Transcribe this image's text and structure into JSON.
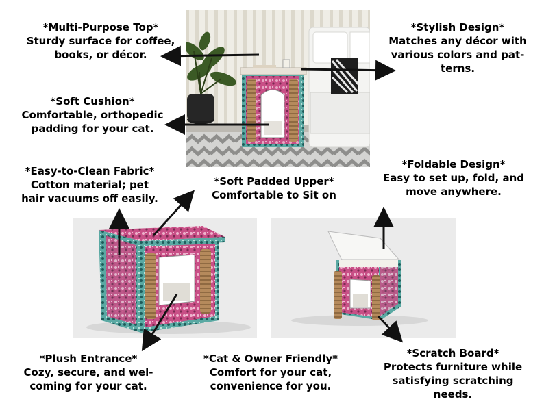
{
  "labels": {
    "multi_purpose": {
      "title": "*Multi-Purpose Top*",
      "lines": [
        "Sturdy surface for coffee,",
        "books, or décor."
      ]
    },
    "stylish": {
      "title": "*Stylish Design*",
      "lines": [
        "Matches any décor with",
        "various colors and pat-",
        "terns."
      ]
    },
    "soft_cushion": {
      "title": "*Soft Cushion*",
      "lines": [
        "Comfortable, orthopedic",
        "padding for your cat."
      ]
    },
    "easy_clean": {
      "title": "*Easy-to-Clean Fabric*",
      "lines": [
        "Cotton material; pet",
        "hair vacuums off easily."
      ]
    },
    "soft_upper": {
      "title": "*Soft Padded Upper*",
      "lines": [
        "Comfortable to Sit on"
      ]
    },
    "foldable": {
      "title": "*Foldable Design*",
      "lines": [
        "Easy to set up, fold, and",
        "move anywhere."
      ]
    },
    "plush": {
      "title": "*Plush Entrance*",
      "lines": [
        "Cozy, secure, and wel-",
        "coming for your cat."
      ]
    },
    "friendly": {
      "title": "*Cat & Owner Friendly*",
      "lines": [
        "Comfort for your cat,",
        "convenience for you."
      ]
    },
    "scratch": {
      "title": "*Scratch Board*",
      "lines": [
        "Protects furniture while",
        "satisfying scratching",
        "needs."
      ]
    }
  },
  "colors": {
    "pattern_pink": "#c84f86",
    "pattern_teal": "#5aa9a3",
    "cardboard": "#b58a5c",
    "cushion": "#f1efe8",
    "arrow": "#111111"
  }
}
